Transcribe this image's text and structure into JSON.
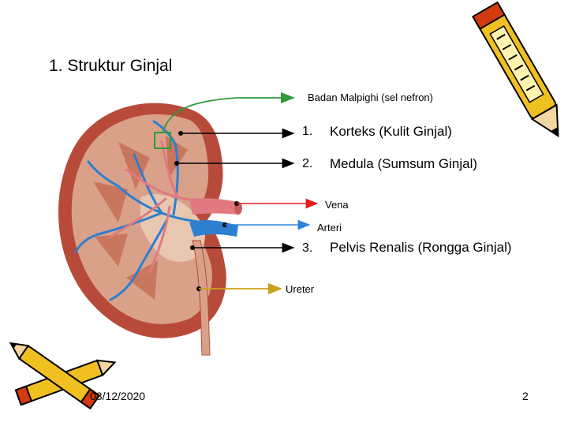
{
  "slide": {
    "title": "1. Struktur Ginjal",
    "date": "08/12/2020",
    "page_number": "2"
  },
  "labels": {
    "malpighi": "Badan Malpighi (sel nefron)",
    "korteks_num": "1.",
    "korteks": "Korteks (Kulit Ginjal)",
    "medula_num": "2.",
    "medula": "Medula (Sumsum Ginjal)",
    "vena": "Vena",
    "arteri": "Arteri",
    "pelvis_num": "3.",
    "pelvis": "Pelvis Renalis (Rongga Ginjal)",
    "ureter": "Ureter"
  },
  "colors": {
    "kidney": "#b84a3a",
    "cortex": "#d9a08a",
    "medulla": "#c9765f",
    "vein": "#2d7fcf",
    "artery": "#e07a80",
    "malpighi_arrow": "#2f9a3a",
    "vena_arrow": "#e01e1e",
    "arteri_arrow": "#2f80e0",
    "ureter_arrow": "#c8a218",
    "pencil_body": "#f0c020",
    "pencil_stripe": "#d33a10"
  },
  "icons": [
    "pencil-icon",
    "crossed-pencils-icon"
  ]
}
